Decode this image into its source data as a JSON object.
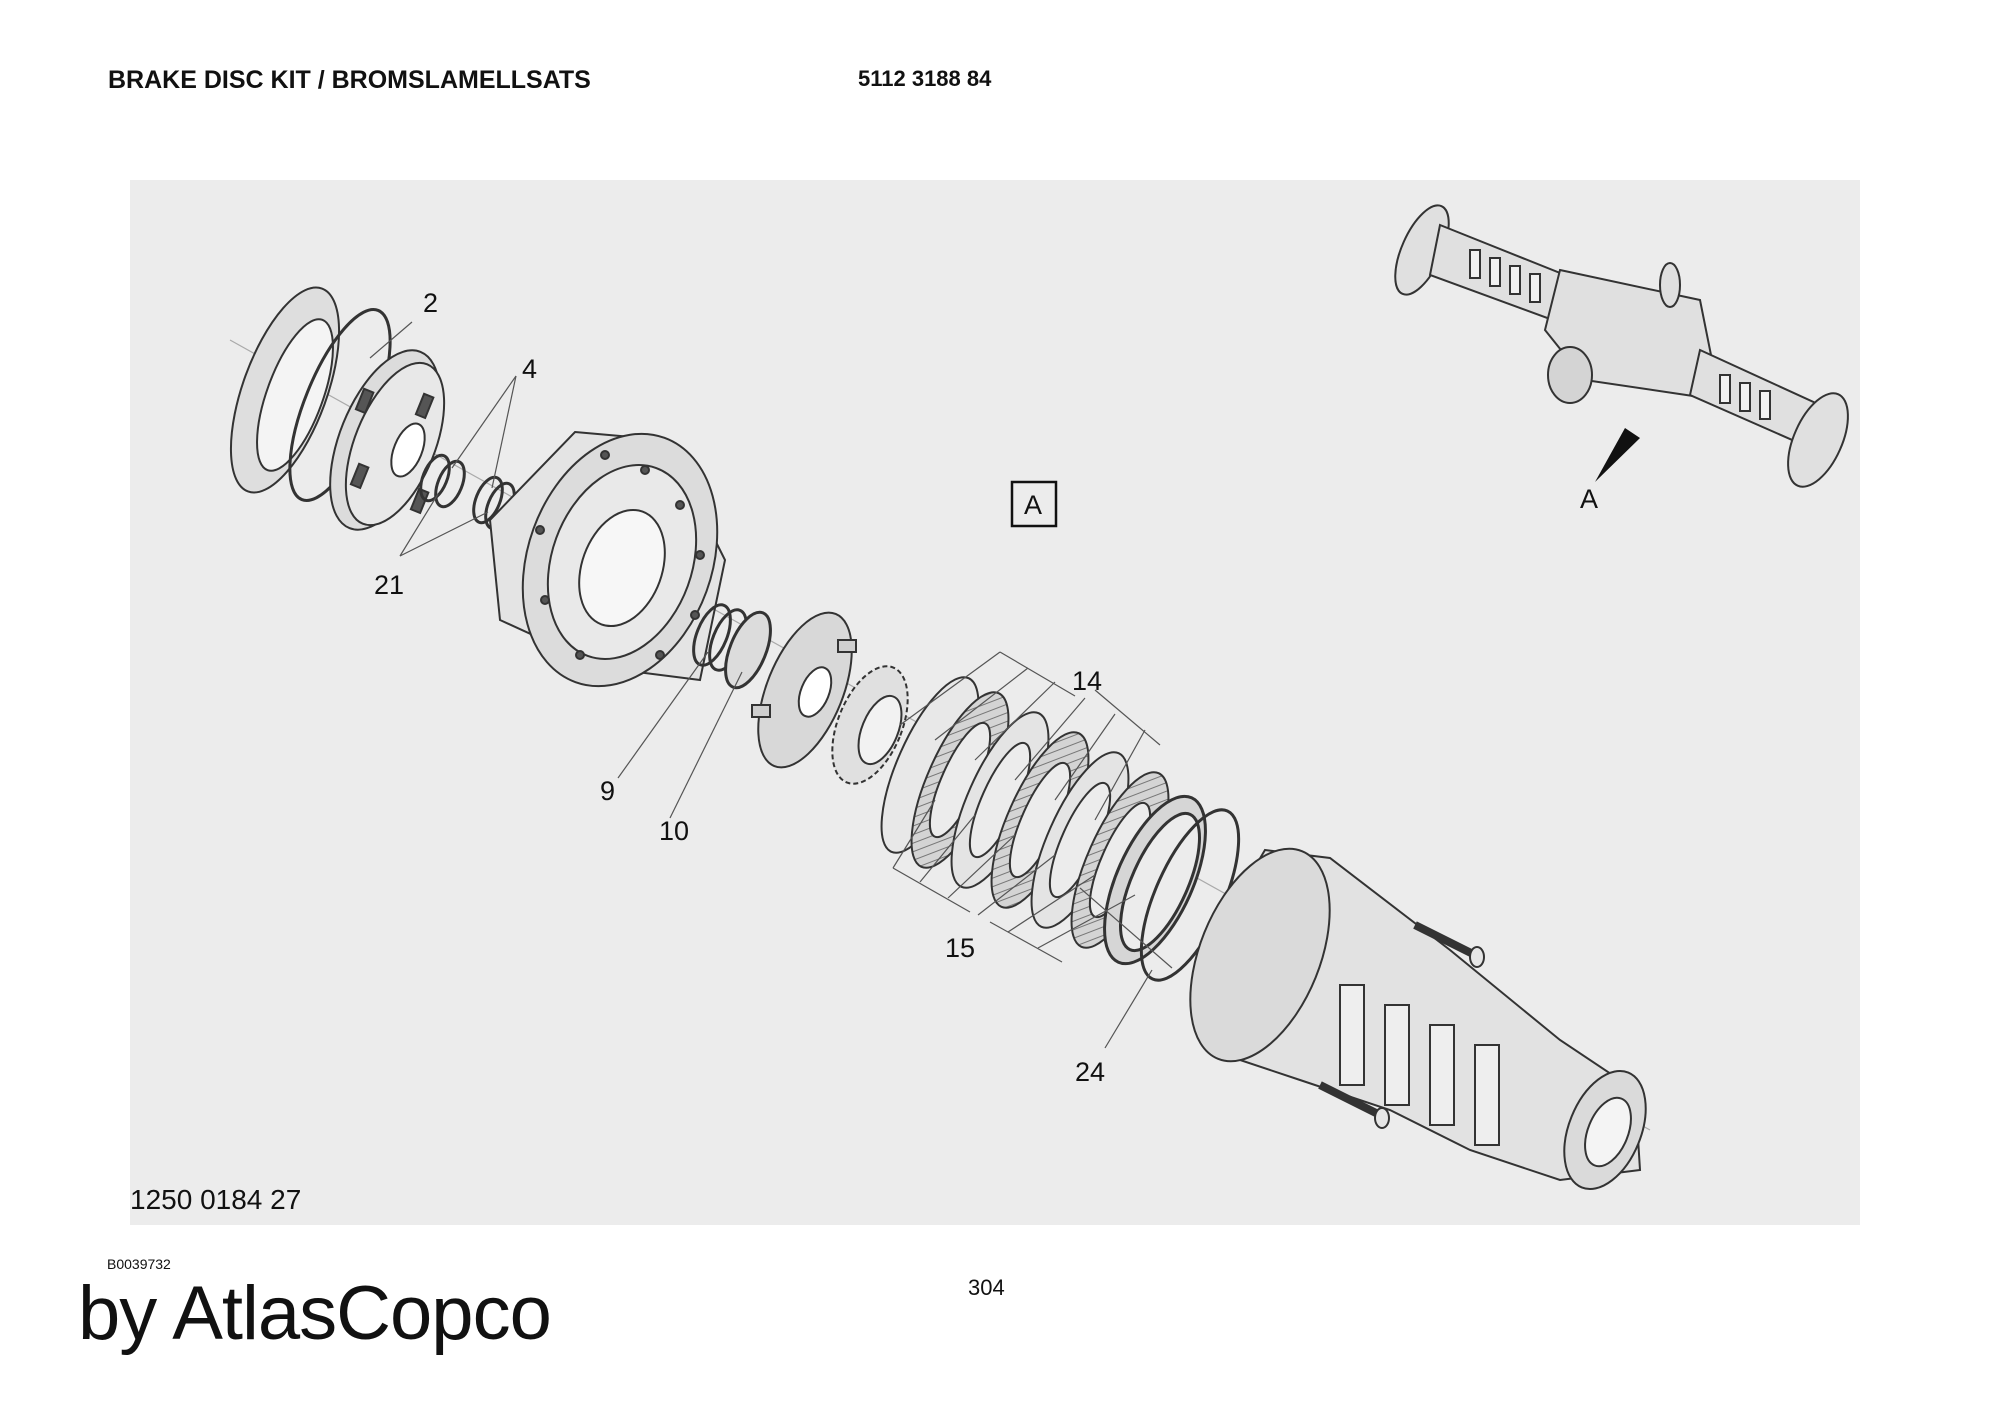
{
  "header": {
    "title": "BRAKE DISC KIT / BROMSLAMELLSATS",
    "part_number": "5112 3188 84"
  },
  "diagram": {
    "view_label": "A",
    "detail_label": "A",
    "callouts": {
      "c2": "2",
      "c4": "4",
      "c21": "21",
      "c9": "9",
      "c10": "10",
      "c14": "14",
      "c15": "15",
      "c24": "24"
    }
  },
  "footer": {
    "drawing_number": "1250 0184 27",
    "image_id": "B0039732",
    "page_number": "304",
    "brand": "by AtlasCopco"
  },
  "colors": {
    "panel": "#ececec",
    "part_fill": "#e2e2e2",
    "part_stroke": "#333333",
    "friction": "#bdbdbd"
  }
}
